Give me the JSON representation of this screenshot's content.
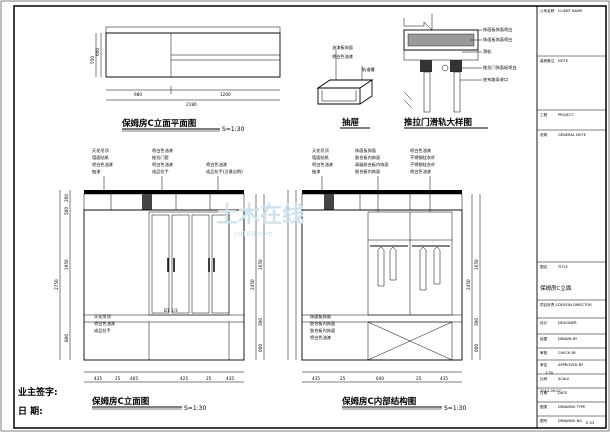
{
  "plan": {
    "title": "保姆房C立面平面图",
    "scale": "S=1:30",
    "dims": {
      "height_a": "550",
      "height_b": "600",
      "w_left": "980",
      "w_right": "1200",
      "w_total": "2180"
    }
  },
  "drawer": {
    "title": "抽屉",
    "notes": [
      "油漆板饰面",
      "喷白色油漆",
      "轨道槽"
    ]
  },
  "track": {
    "title": "推拉门滑轨大样图",
    "notes": [
      "饰面板饰面喷白",
      "饰面板饰面喷白",
      "滑轨",
      "推拉门饰面板喷白",
      "底布路条收口"
    ]
  },
  "elev": {
    "title": "保姆房C立面图",
    "scale": "S=1:30",
    "notes_left": [
      "天花吊顶",
      "墙面贴纸",
      "喷白色油漆",
      "抽漆"
    ],
    "notes_mid": [
      "喷白色油漆",
      "推拉门套",
      "喷白色油漆",
      "成品拉手"
    ],
    "notes_right": [
      "喷白色油漆",
      "成品拉手(注意自购)"
    ],
    "notes_low": [
      "天花吊顶",
      "喷白色油漆",
      "成品拉手"
    ],
    "callout": "B1 1/3",
    "bottom_dims": [
      "435",
      "25",
      "465",
      "425",
      "25",
      "435"
    ],
    "left_dims": [
      "2750",
      "1950",
      "800",
      "500",
      "200"
    ],
    "right_dims": [
      "2450",
      "1650",
      "300",
      "600"
    ]
  },
  "interior": {
    "title": "保姆房C内部结构图",
    "scale": "S=1:30",
    "notes_left": [
      "天花吊顶",
      "墙面贴纸",
      "喷白色油漆",
      "抽漆"
    ],
    "notes_right": [
      "饰面板饰面",
      "胶合板内饰面",
      "高级胶合板内饰面",
      "胶合板内饰面"
    ],
    "notes_far": [
      "喷白色油漆",
      "不锈钢挂衣杆",
      "不锈钢挂衣杆",
      "喷白色油漆"
    ],
    "notes_low": [
      "饰面板饰面",
      "胶合板内饰面",
      "胶合板内饰面",
      "喷白色油漆"
    ],
    "bottom_dims": [
      "435",
      "25",
      "640",
      "25",
      "435"
    ],
    "right_dims": [
      "2450",
      "1650",
      "300",
      "600"
    ]
  },
  "owner": {
    "signature": "业主签字:",
    "date": "日    期:"
  },
  "titleblock": {
    "rows": [
      {
        "label": "公司名称",
        "sub": "CLIENT NAME"
      },
      {
        "label": "装修备注",
        "sub": "NOTE"
      },
      {
        "label": "工程",
        "sub": "PROJECT"
      },
      {
        "label": "说明",
        "sub": "GENERAL NOTE"
      },
      {
        "label": "图名",
        "sub": "TITLE"
      },
      {
        "label": "项目负责人",
        "sub": "DESIGN DIRECTOR"
      },
      {
        "label": "设计",
        "sub": "DESIGNER"
      },
      {
        "label": "绘图",
        "sub": "DRAWN BY"
      },
      {
        "label": "审核",
        "sub": "CHECK BY"
      },
      {
        "label": "审定",
        "sub": "APPROVED BY"
      },
      {
        "label": "比例",
        "sub": "SCALE"
      },
      {
        "label": "日期",
        "sub": "DATE"
      },
      {
        "label": "图类",
        "sub": "DRAWING TYPE"
      },
      {
        "label": "图号",
        "sub": "DRAWING NO"
      }
    ],
    "drawing_title": "保姆房C立面",
    "scale_value": "1:30",
    "date_value": "2013-09-07",
    "drawing_no": "E-03"
  },
  "watermark": {
    "main": "土木在线",
    "sub": "co188.com"
  }
}
